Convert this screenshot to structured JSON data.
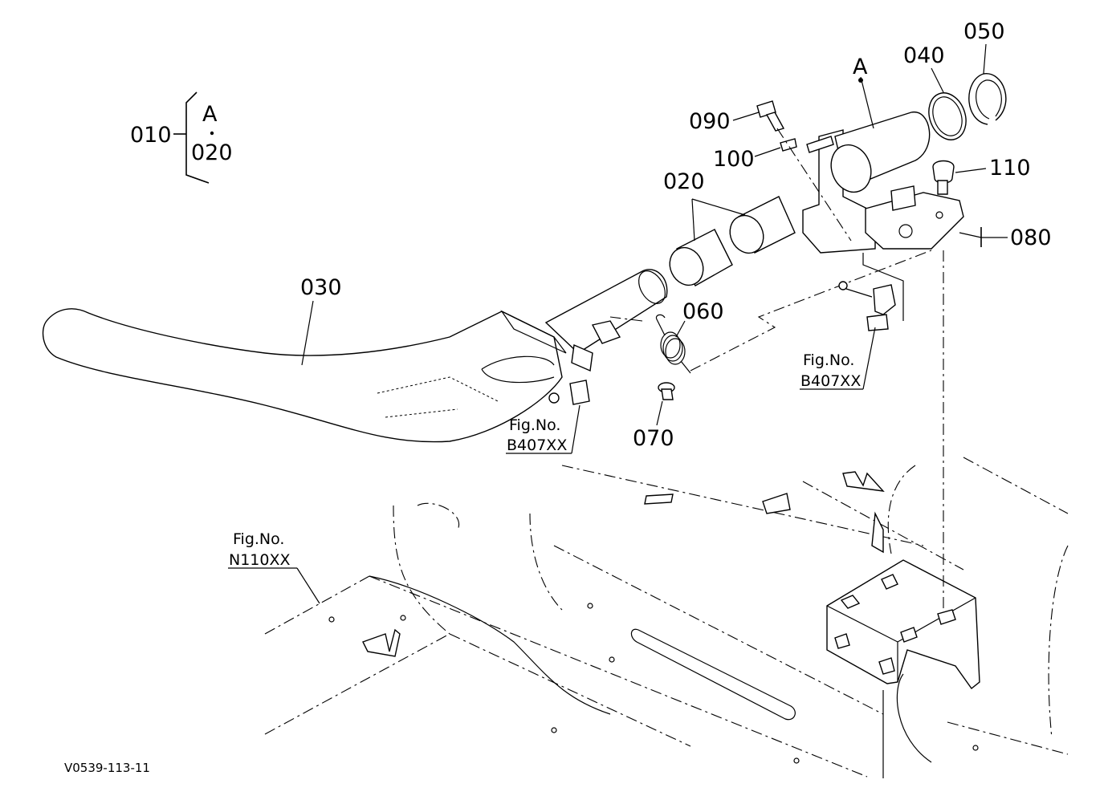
{
  "diagram": {
    "group_callout": {
      "parent": "010",
      "top": "A",
      "bottom": "020"
    },
    "parts": {
      "p010": "010",
      "p020": "020",
      "p030": "030",
      "p040": "040",
      "p050": "050",
      "p060": "060",
      "p070": "070",
      "p080": "080",
      "p090": "090",
      "p100": "100",
      "p110": "110",
      "pA": "A"
    },
    "figure_refs": {
      "ref1": {
        "line1": "Fig.No.",
        "line2": "B407XX"
      },
      "ref2": {
        "line1": "Fig.No.",
        "line2": "B407XX"
      },
      "ref3": {
        "line1": "Fig.No.",
        "line2": "N110XX"
      }
    },
    "drawing_code": "V0539-113-11"
  }
}
